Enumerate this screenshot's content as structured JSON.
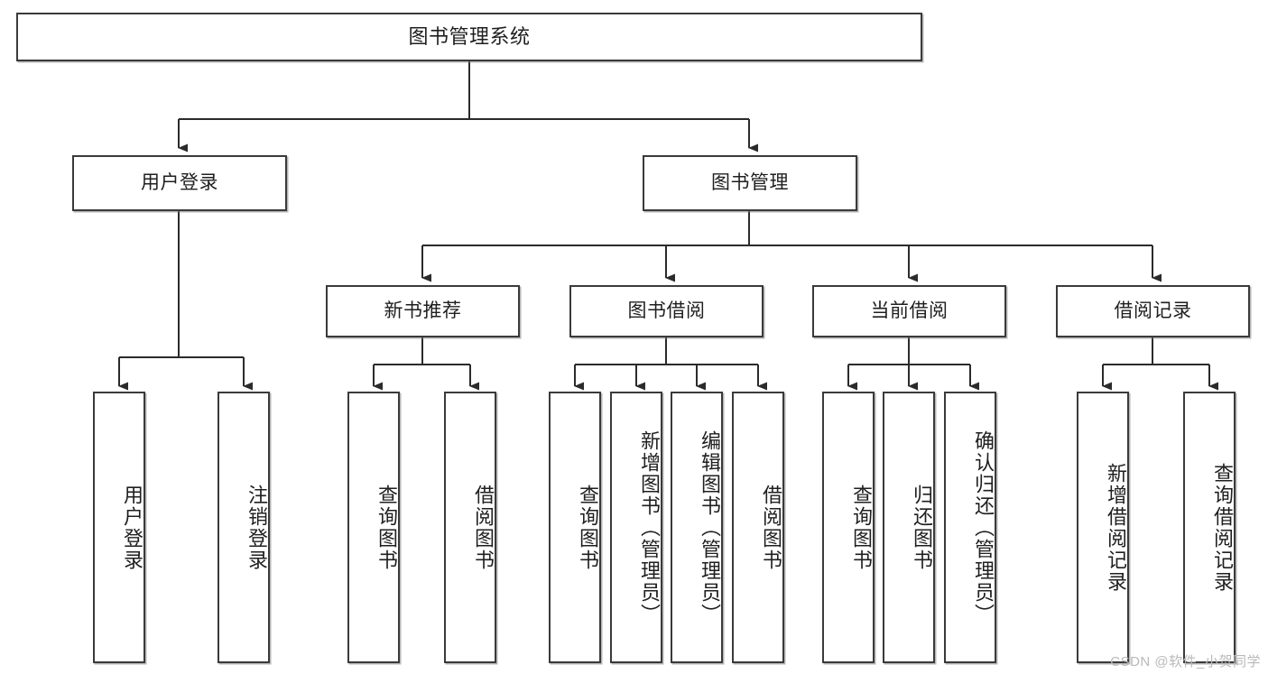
{
  "diagram": {
    "title": "图书管理系统",
    "watermark": "CSDN @软件_小贺同学",
    "colors": {
      "background": "#ffffff",
      "box_border": "#3a3a3a",
      "box_fill": "#ffffff",
      "text": "#1f1f1f",
      "connector": "#2b2b2b",
      "watermark": "#b9b9b9"
    },
    "root": {
      "label": "图书管理系统"
    },
    "level1": [
      {
        "label": "用户登录"
      },
      {
        "label": "图书管理"
      }
    ],
    "level2": [
      {
        "label": "新书推荐"
      },
      {
        "label": "图书借阅"
      },
      {
        "label": "当前借阅"
      },
      {
        "label": "借阅记录"
      }
    ],
    "leaves": {
      "user_login": [
        {
          "label": "用户登录"
        },
        {
          "label": "注销登录"
        }
      ],
      "new_book_recommend": [
        {
          "label": "查询图书"
        },
        {
          "label": "借阅图书"
        }
      ],
      "book_borrow": [
        {
          "label": "查询图书"
        },
        {
          "label": "新增图书（管理员）"
        },
        {
          "label": "编辑图书（管理员）"
        },
        {
          "label": "借阅图书"
        }
      ],
      "current_borrow": [
        {
          "label": "查询图书"
        },
        {
          "label": "归还图书"
        },
        {
          "label": "确认归还（管理员）"
        }
      ],
      "borrow_record": [
        {
          "label": "新增借阅记录"
        },
        {
          "label": "查询借阅记录"
        }
      ]
    }
  }
}
